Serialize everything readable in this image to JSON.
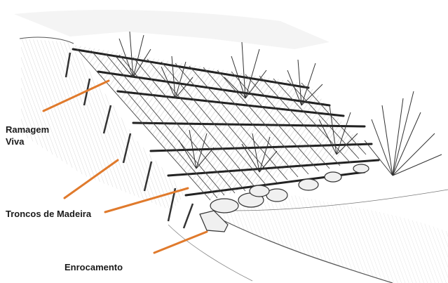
{
  "labels": {
    "ramagem": "Ramagem\nViva",
    "troncos": "Troncos de Madeira",
    "enrocamento": "Enrocamento"
  },
  "colors": {
    "leader": "#e07a2c",
    "ink": "#2a2a2a",
    "shade": "#9a9a9a"
  },
  "icons": [
    "live-branch-icon",
    "wooden-log-icon",
    "stake-icon",
    "rock-icon",
    "shrub-icon"
  ]
}
